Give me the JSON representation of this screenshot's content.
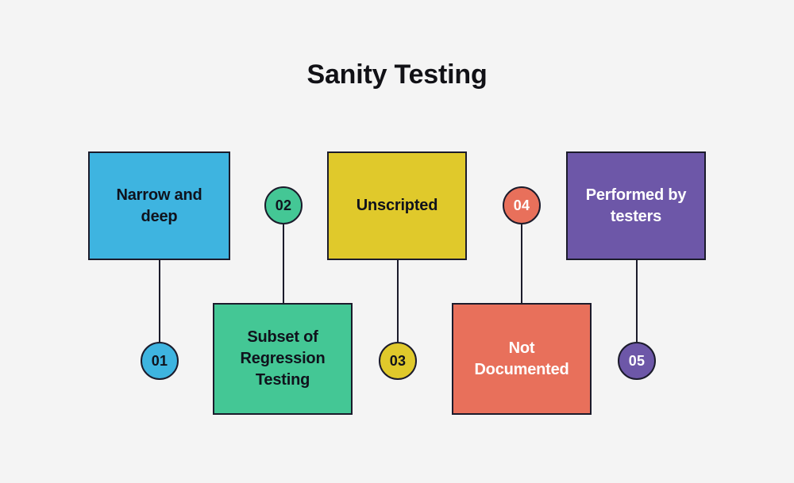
{
  "diagram": {
    "title": "Sanity Testing",
    "background_color": "#f4f4f4",
    "outline_color": "#1b1b2b",
    "type": "flow-callout-diagram",
    "items": [
      {
        "number": "01",
        "label": "Narrow and deep",
        "color": "#3eb4e0",
        "text_color": "#10121c",
        "badge_text_color": "#10121c",
        "row": "top"
      },
      {
        "number": "02",
        "label": "Subset of Regression Testing",
        "color": "#44c795",
        "text_color": "#10121c",
        "badge_text_color": "#10121c",
        "row": "bottom"
      },
      {
        "number": "03",
        "label": "Unscripted",
        "color": "#e0c92b",
        "text_color": "#10121c",
        "badge_text_color": "#10121c",
        "row": "top"
      },
      {
        "number": "04",
        "label": "Not Documented",
        "color": "#e8705b",
        "text_color": "#ffffff",
        "badge_text_color": "#ffffff",
        "row": "bottom"
      },
      {
        "number": "05",
        "label": "Performed by testers",
        "color": "#6d57a8",
        "text_color": "#ffffff",
        "badge_text_color": "#ffffff",
        "row": "top"
      }
    ]
  }
}
